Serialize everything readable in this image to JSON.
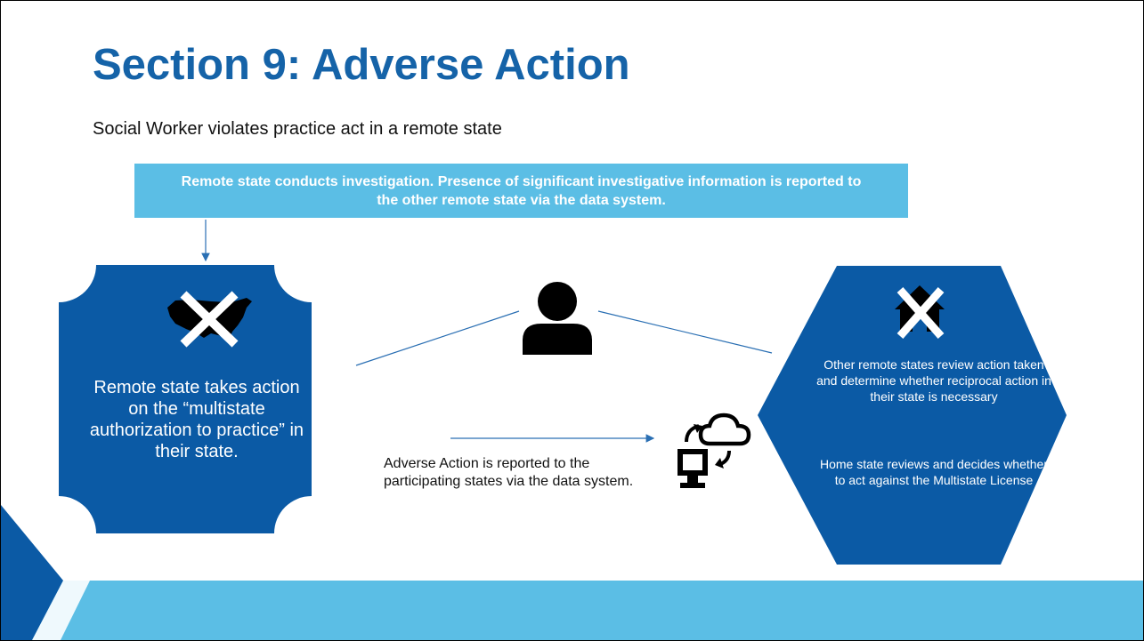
{
  "slide": {
    "title": "Section 9: Adverse Action",
    "subtitle": "Social Worker violates practice act in a remote state",
    "banner_text": "Remote state conducts investigation. Presence of significant investigative information is reported to the other remote state via the data system.",
    "left_box_text": "Remote state takes action on the “multistate authorization to practice” in their state.",
    "report_text": "Adverse Action is reported to the participating states via the data system.",
    "right_box_text_1": "Other remote states review action taken and determine whether reciprocal action in their state is necessary",
    "right_box_text_2": "Home state reviews and decides whether to act against the Multistate License"
  },
  "icons": {
    "left": "usa-map-crossed-icon",
    "person": "person-icon",
    "computer": "computer-cloud-sync-icon",
    "right": "house-crossed-icon"
  },
  "colors": {
    "title": "#1563a8",
    "dark_blue": "#0b5aa5",
    "light_blue": "#5bbee5",
    "connector": "#2a6fb3"
  }
}
